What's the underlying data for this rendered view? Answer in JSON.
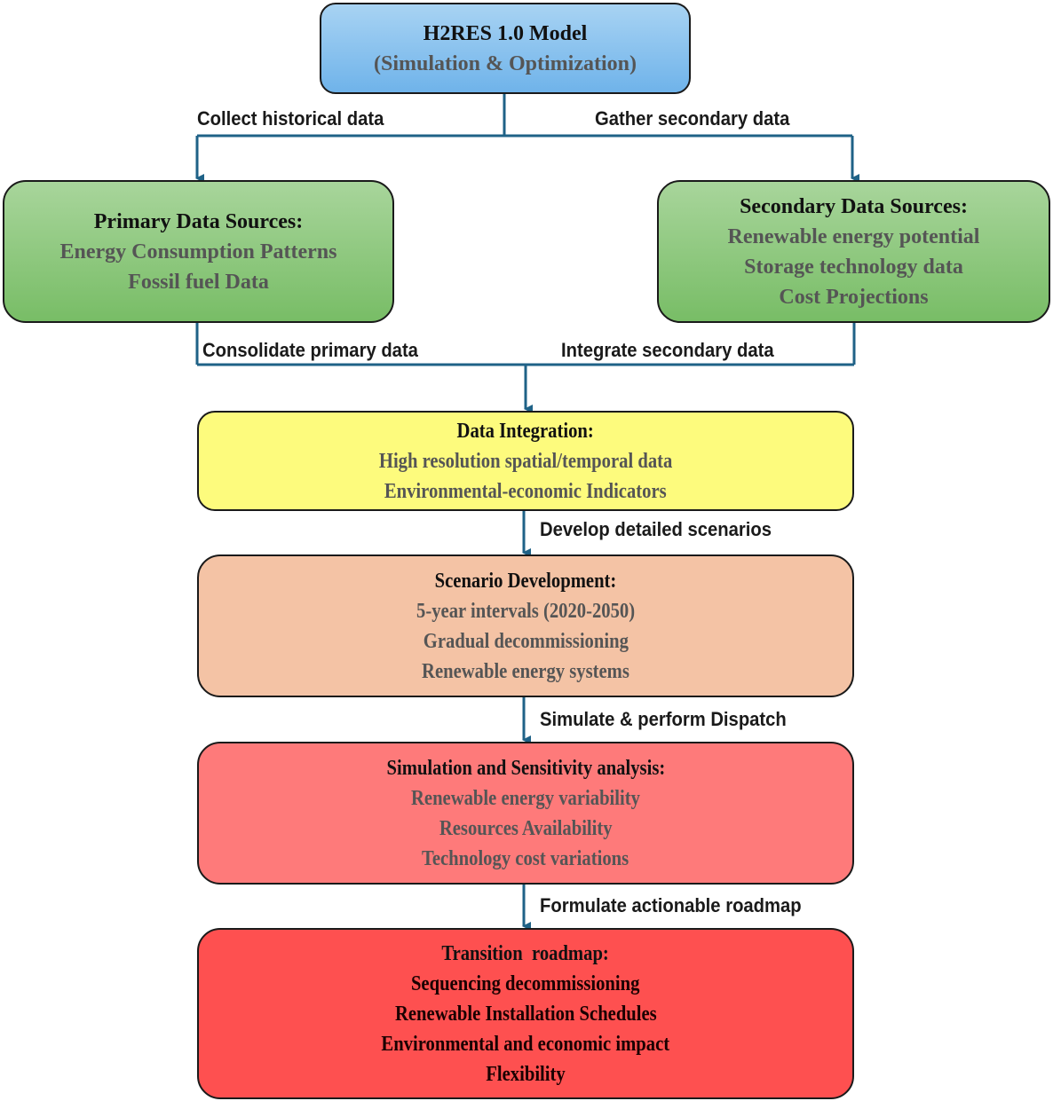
{
  "diagram": {
    "type": "flowchart",
    "connector_color": "#1f6287",
    "nodes": {
      "model": {
        "title": "H2RES 1.0 Model",
        "lines": [
          "(Simulation & Optimization)"
        ],
        "color": "#8cc4f0"
      },
      "primary": {
        "title": "Primary Data Sources:",
        "lines": [
          "Energy Consumption Patterns",
          "Fossil fuel Data"
        ],
        "color": "#92c983"
      },
      "secondary": {
        "title": "Secondary Data Sources:",
        "lines": [
          "Renewable energy potential",
          "Storage technology data",
          "Cost Projections"
        ],
        "color": "#92c983"
      },
      "integration": {
        "title": "Data Integration:",
        "lines": [
          "High resolution spatial/temporal data",
          "Environmental-economic Indicators"
        ],
        "color": "#fdfb7d"
      },
      "scenario": {
        "title": "Scenario Development:",
        "lines": [
          "5-year intervals (2020-2050)",
          "Gradual decommissioning",
          "Renewable energy systems"
        ],
        "color": "#f4c3a5"
      },
      "simulation": {
        "title": "Simulation and Sensitivity analysis:",
        "lines": [
          "Renewable energy variability",
          "Resources Availability",
          "Technology cost variations"
        ],
        "color": "#fe7a7a"
      },
      "transition": {
        "title": "Transition  roadmap:",
        "lines": [
          "Sequencing decommissioning",
          "Renewable Installation Schedules",
          "Environmental and economic impact",
          "Flexibility"
        ],
        "color": "#fe5050"
      }
    },
    "edges": {
      "collect": "Collect historical data",
      "gather": "Gather secondary data",
      "consolidate": "Consolidate primary data",
      "integrate": "Integrate secondary data",
      "develop": "Develop detailed scenarios",
      "simulate": "Simulate & perform Dispatch",
      "formulate": "Formulate actionable roadmap"
    }
  }
}
